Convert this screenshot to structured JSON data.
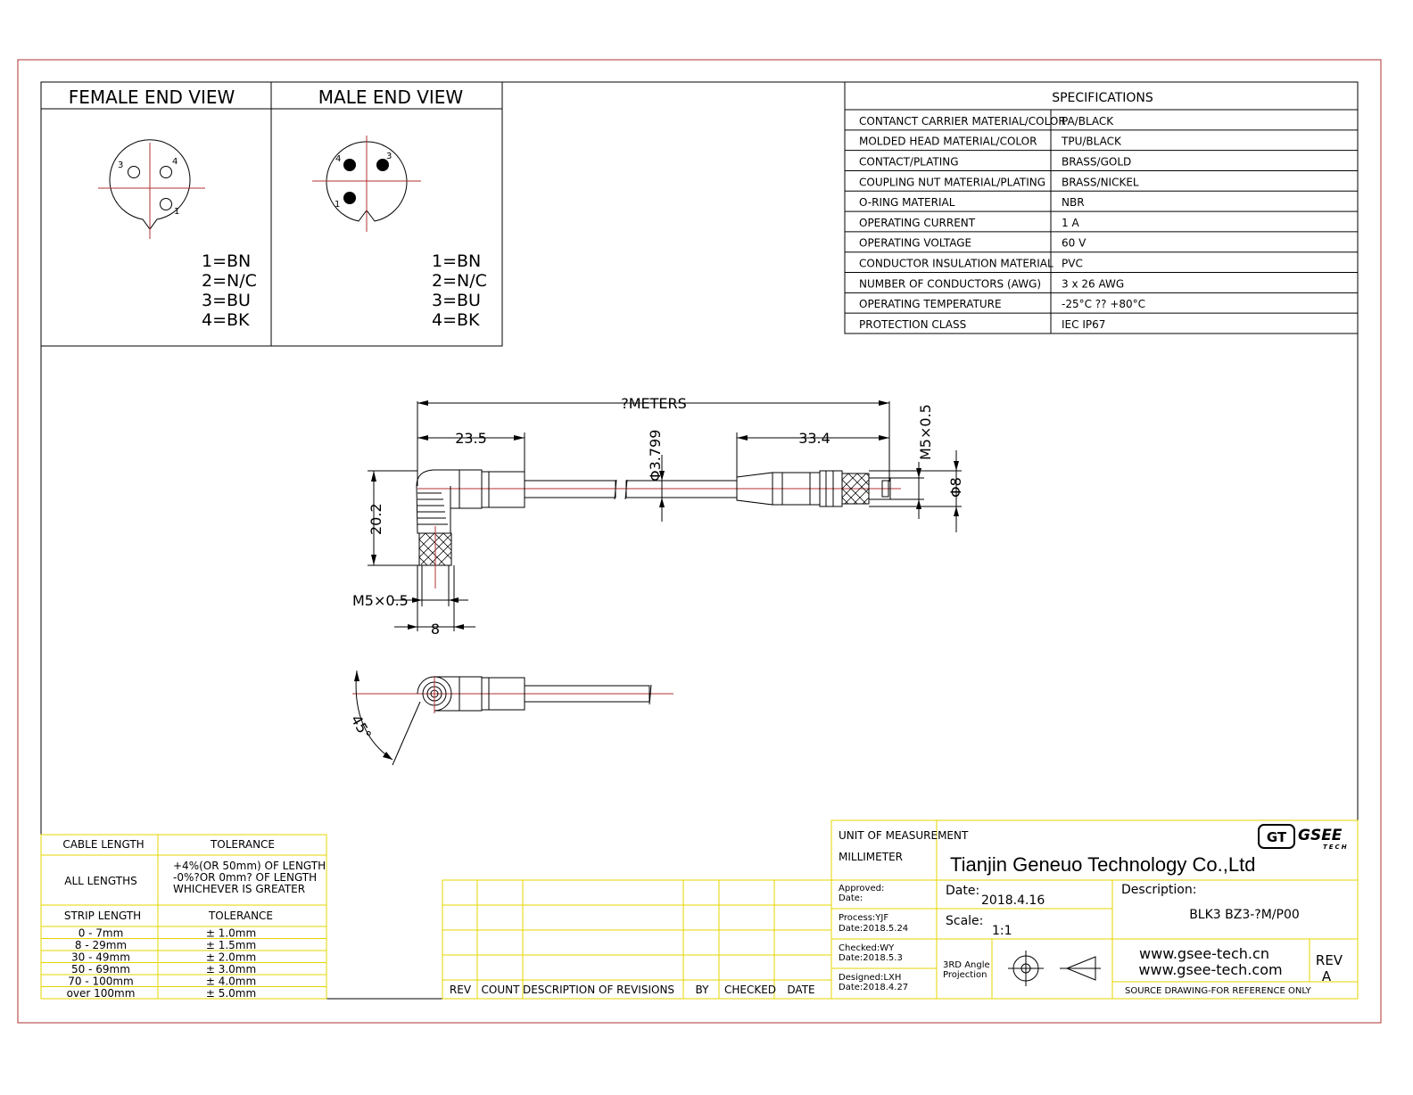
{
  "female_view": {
    "title": "FEMALE END VIEW",
    "pin_numbers": [
      "3",
      "4",
      "1"
    ],
    "pinout": [
      "1=BN",
      "2=N/C",
      "3=BU",
      "4=BK"
    ]
  },
  "male_view": {
    "title": "MALE END VIEW",
    "pin_numbers": [
      "4",
      "3",
      "1"
    ],
    "pinout": [
      "1=BN",
      "2=N/C",
      "3=BU",
      "4=BK"
    ]
  },
  "specifications": {
    "title": "SPECIFICATIONS",
    "rows": [
      {
        "label": "CONTANCT CARRIER MATERIAL/COLOR",
        "value": "PA/BLACK"
      },
      {
        "label": "MOLDED HEAD MATERIAL/COLOR",
        "value": "TPU/BLACK"
      },
      {
        "label": "CONTACT/PLATING",
        "value": "BRASS/GOLD"
      },
      {
        "label": "COUPLING NUT MATERIAL/PLATING",
        "value": "BRASS/NICKEL"
      },
      {
        "label": "O-RING MATERIAL",
        "value": "NBR"
      },
      {
        "label": "OPERATING CURRENT",
        "value": "1 A"
      },
      {
        "label": "OPERATING VOLTAGE",
        "value": "60 V"
      },
      {
        "label": "CONDUCTOR INSULATION MATERIAL",
        "value": "PVC"
      },
      {
        "label": "NUMBER OF CONDUCTORS (AWG)",
        "value": "3 x 26 AWG"
      },
      {
        "label": "OPERATING TEMPERATURE",
        "value": "-25°C ?? +80°C"
      },
      {
        "label": "PROTECTION CLASS",
        "value": "IEC  IP67"
      }
    ]
  },
  "dimensions": {
    "overall": "?METERS",
    "left_length": "23.5",
    "right_length": "33.4",
    "cable_dia": "Φ3.799",
    "thread_right": "M5×0.5",
    "dia_right": "Φ8",
    "height_left": "20.2",
    "thread_left": "M5×0.5",
    "width_left": "8",
    "angle": "45°"
  },
  "cable_table": {
    "h1": "CABLE LENGTH",
    "h2": "TOLERANCE",
    "all_lengths": "ALL LENGTHS",
    "tolerance_lines": [
      "+4%(OR 50mm) OF LENGTH",
      "-0%?OR 0mm? OF LENGTH",
      "WHICHEVER  IS  GREATER"
    ]
  },
  "strip_table": {
    "h1": "STRIP LENGTH",
    "h2": "TOLERANCE",
    "rows": [
      {
        "range": "0 - 7mm",
        "tol": "± 1.0mm"
      },
      {
        "range": "8 - 29mm",
        "tol": "± 1.5mm"
      },
      {
        "range": "30 - 49mm",
        "tol": "± 2.0mm"
      },
      {
        "range": "50 - 69mm",
        "tol": "± 3.0mm"
      },
      {
        "range": "70 - 100mm",
        "tol": "± 4.0mm"
      },
      {
        "range": "over 100mm",
        "tol": "± 5.0mm"
      }
    ]
  },
  "revisions": {
    "headers": [
      "REV",
      "COUNT",
      "DESCRIPTION  OF  REVISIONS",
      "BY",
      "CHECKED",
      "DATE"
    ]
  },
  "title_block": {
    "unit_label": "UNIT OF MEASUREMENT",
    "unit_value": "MILLIMETER",
    "company": "Tianjin Geneuo Technology Co.,Ltd",
    "logo_mark": "GT",
    "logo_name": "GSEE",
    "logo_sub": "TECH",
    "approved": "Approved:",
    "approved_date": "Date:",
    "process": "Process:YJF",
    "process_date": "Date:2018.5.24",
    "checked": "Checked:WY",
    "checked_date": "Date:2018.5.3",
    "designed": "Designed:LXH",
    "designed_date": "Date:2018.4.27",
    "date_label": "Date:",
    "date_value": "2018.4.16",
    "scale_label": "Scale:",
    "scale_value": "1:1",
    "projection_1": "3RD Angle",
    "projection_2": "Projection",
    "description_label": "Description:",
    "description_value": "BLK3 BZ3-?M/P00",
    "web1": "www.gsee-tech.cn",
    "web2": "www.gsee-tech.com",
    "rev_label": "REV",
    "rev_value": "A",
    "source_note": "SOURCE DRAWING-FOR REFERENCE ONLY"
  }
}
